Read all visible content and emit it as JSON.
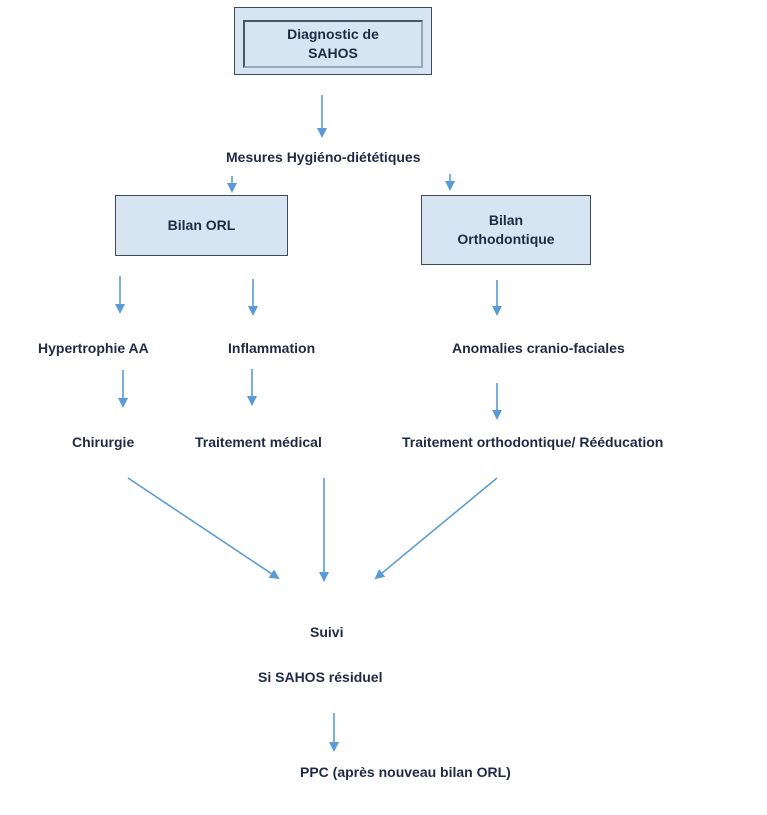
{
  "nodes": {
    "diagnostic": "Diagnostic de\nSAHOS",
    "mesures": "Mesures Hygiéno-diététiques",
    "bilan_orl": "Bilan ORL",
    "bilan_ortho": "Bilan\nOrthodontique",
    "hypertrophie": "Hypertrophie AA",
    "inflammation": "Inflammation",
    "anomalies": "Anomalies cranio-faciales",
    "chirurgie": "Chirurgie",
    "traitement_medical": "Traitement médical",
    "traitement_ortho": "Traitement orthodontique/ Rééducation",
    "suivi": "Suivi",
    "si_sahos": "Si SAHOS résiduel",
    "ppc": "PPC (après nouveau bilan ORL)"
  },
  "colors": {
    "box_fill": "#d6e5f1",
    "arrow": "#5b9bd5",
    "text": "#1f2a44"
  }
}
